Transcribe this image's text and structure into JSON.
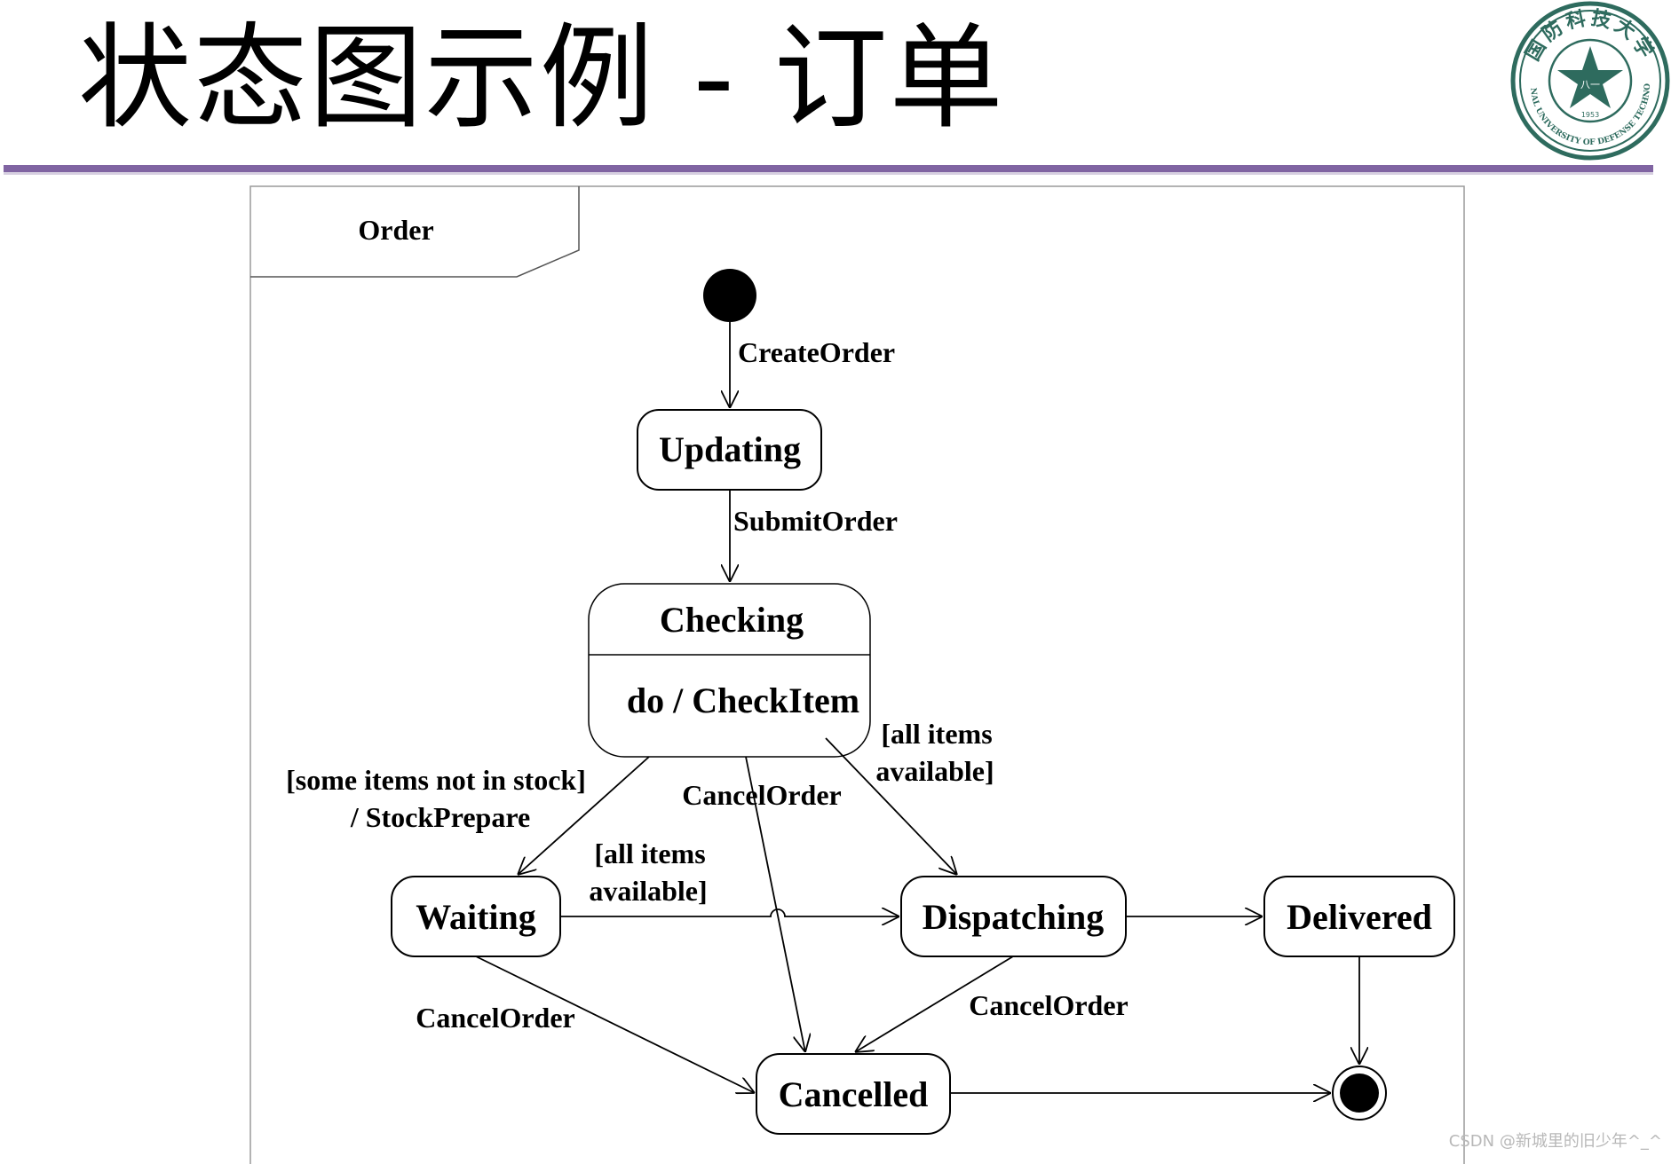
{
  "slide": {
    "title": "状态图示例 - 订单",
    "accent_color": "#8064a2",
    "logo": {
      "icon": "nudt-seal-icon",
      "chinese_text": "国防科技大学",
      "english_text": "NATIONAL UNIVERSITY OF DEFENSE TECHNOLOGY",
      "year": "1953",
      "star_text": "八一",
      "color": "#2e6b5e"
    }
  },
  "diagram": {
    "frame_label": "Order",
    "states": {
      "updating": "Updating",
      "checking": "Checking",
      "checking_activity": "do / CheckItem",
      "waiting": "Waiting",
      "dispatching": "Dispatching",
      "delivered": "Delivered",
      "cancelled": "Cancelled"
    },
    "transitions": {
      "create_order": "CreateOrder",
      "submit_order": "SubmitOrder",
      "some_items_guard": "[some items not in stock]",
      "stock_prepare": "/ StockPrepare",
      "cancel_from_checking": "CancelOrder",
      "all_items_1_line1": "[all items",
      "all_items_1_line2": "available]",
      "all_items_2_line1": "[all items",
      "all_items_2_line2": "available]",
      "cancel_from_waiting": "CancelOrder",
      "cancel_from_dispatching": "CancelOrder"
    }
  },
  "watermark": "CSDN @新城里的旧少年^_^"
}
